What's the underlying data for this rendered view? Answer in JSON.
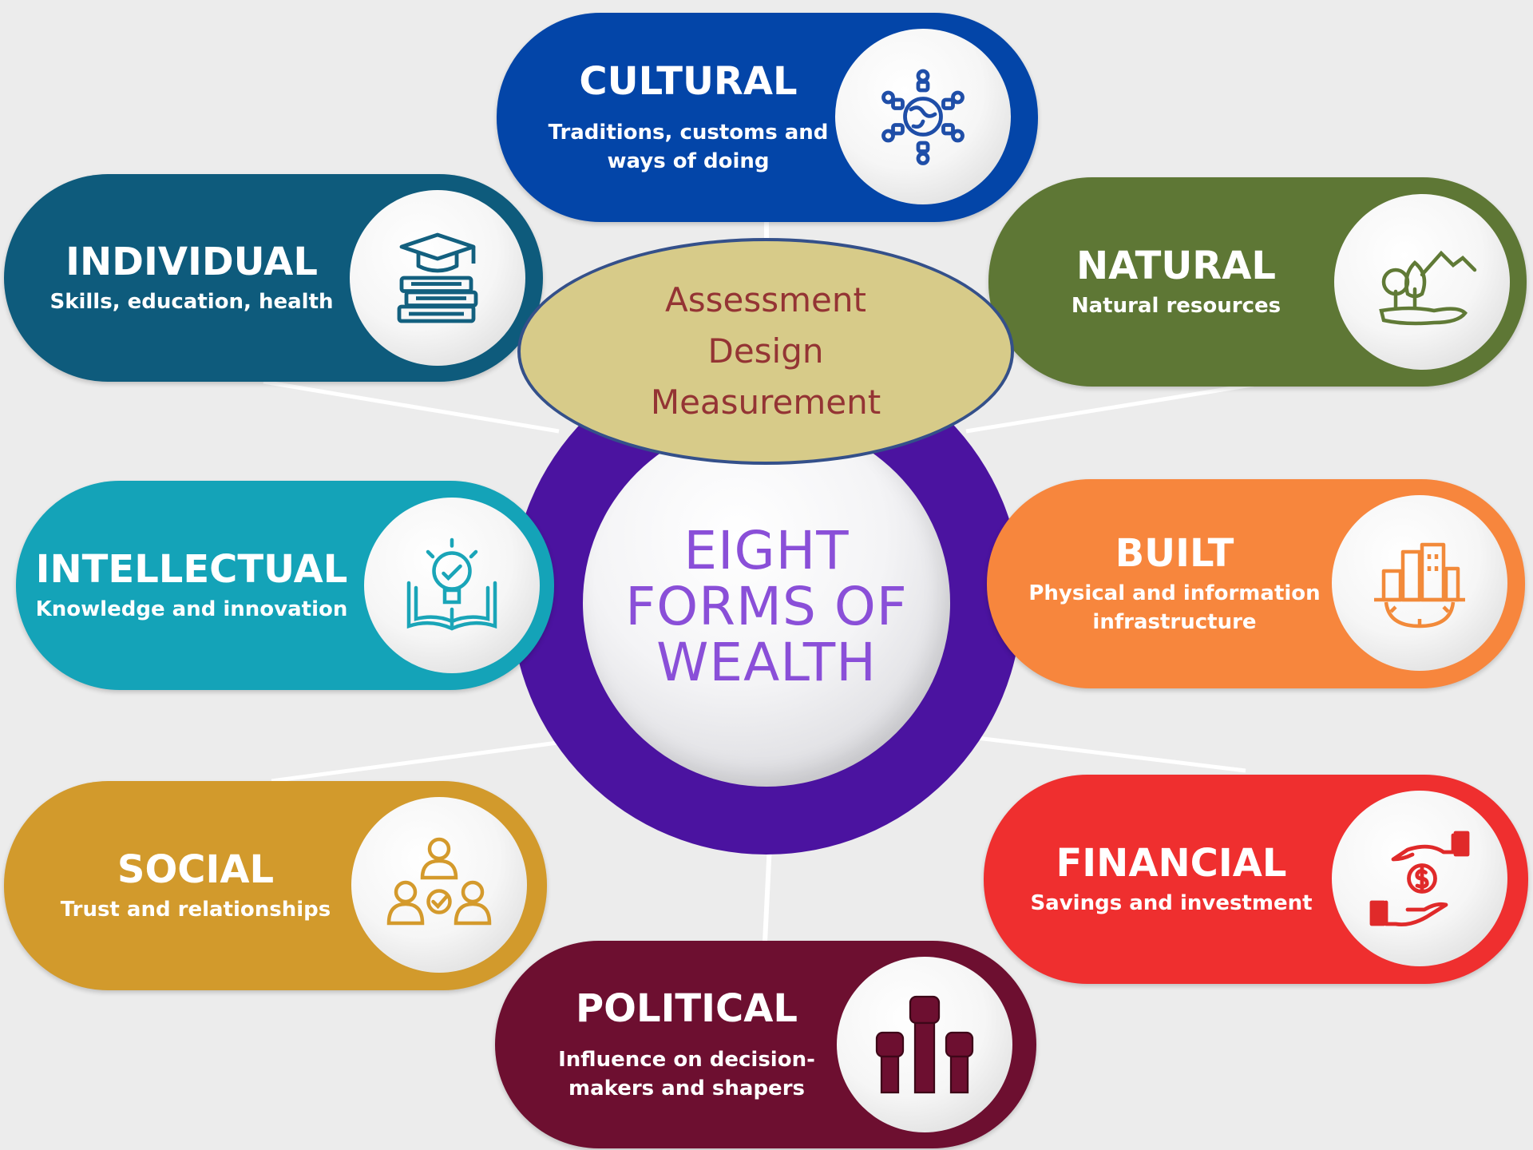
{
  "center": {
    "title_lines": [
      "EIGHT",
      "FORMS OF",
      "WEALTH"
    ],
    "ring_color": "#4b13a0",
    "title_color": "#8a4fd8"
  },
  "overlay": {
    "lines": [
      "Assessment",
      "Design",
      "Measurement"
    ],
    "fill": "#d7cb89",
    "border": "#34508a",
    "text_color": "#943434"
  },
  "forms": [
    {
      "key": "cultural",
      "title": "CULTURAL",
      "desc": [
        "Traditions, customs and",
        "ways of doing"
      ],
      "color": "#0345a8",
      "icon": "globe-people-icon"
    },
    {
      "key": "individual",
      "title": "INDIVIDUAL",
      "desc": [
        "Skills, education, health"
      ],
      "color": "#0e5b7c",
      "icon": "graduation-books-icon"
    },
    {
      "key": "natural",
      "title": "NATURAL",
      "desc": [
        "Natural resources"
      ],
      "color": "#5e7735",
      "icon": "tree-landscape-icon"
    },
    {
      "key": "intellectual",
      "title": "INTELLECTUAL",
      "desc": [
        "Knowledge and innovation"
      ],
      "color": "#14a3b8",
      "icon": "lightbulb-book-icon"
    },
    {
      "key": "built",
      "title": "BUILT",
      "desc": [
        "Physical and information",
        "infrastructure"
      ],
      "color": "#f7863d",
      "icon": "buildings-gear-icon"
    },
    {
      "key": "social",
      "title": "SOCIAL",
      "desc": [
        "Trust and relationships"
      ],
      "color": "#d29a2c",
      "icon": "people-network-icon"
    },
    {
      "key": "financial",
      "title": "FINANCIAL",
      "desc": [
        "Savings and investment"
      ],
      "color": "#ef2f2f",
      "icon": "money-hands-icon"
    },
    {
      "key": "political",
      "title": "POLITICAL",
      "desc": [
        "Influence on decision-",
        "makers and shapers"
      ],
      "color": "#6d0f30",
      "icon": "raised-fists-icon"
    }
  ]
}
